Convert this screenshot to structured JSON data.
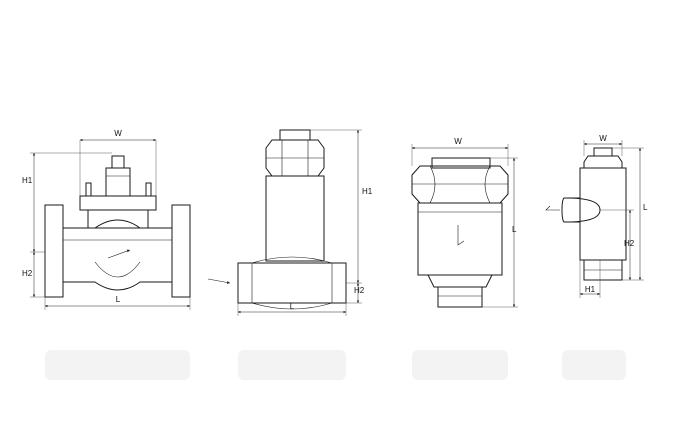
{
  "colors": {
    "line": "#1a1a1a",
    "background": "#ffffff"
  },
  "views": {
    "view1": {
      "w": "W",
      "h1": "H1",
      "h2": "H2",
      "l": "L"
    },
    "view2": {
      "h1": "H1",
      "h2": "H2",
      "l": "L"
    },
    "view3": {
      "w": "W",
      "l": "L"
    },
    "view4": {
      "w": "W",
      "l": "L",
      "h2": "H2",
      "h1": "H1"
    }
  },
  "icons": [
    "flow-arrow-icon",
    "dimension-arrow-icon"
  ]
}
